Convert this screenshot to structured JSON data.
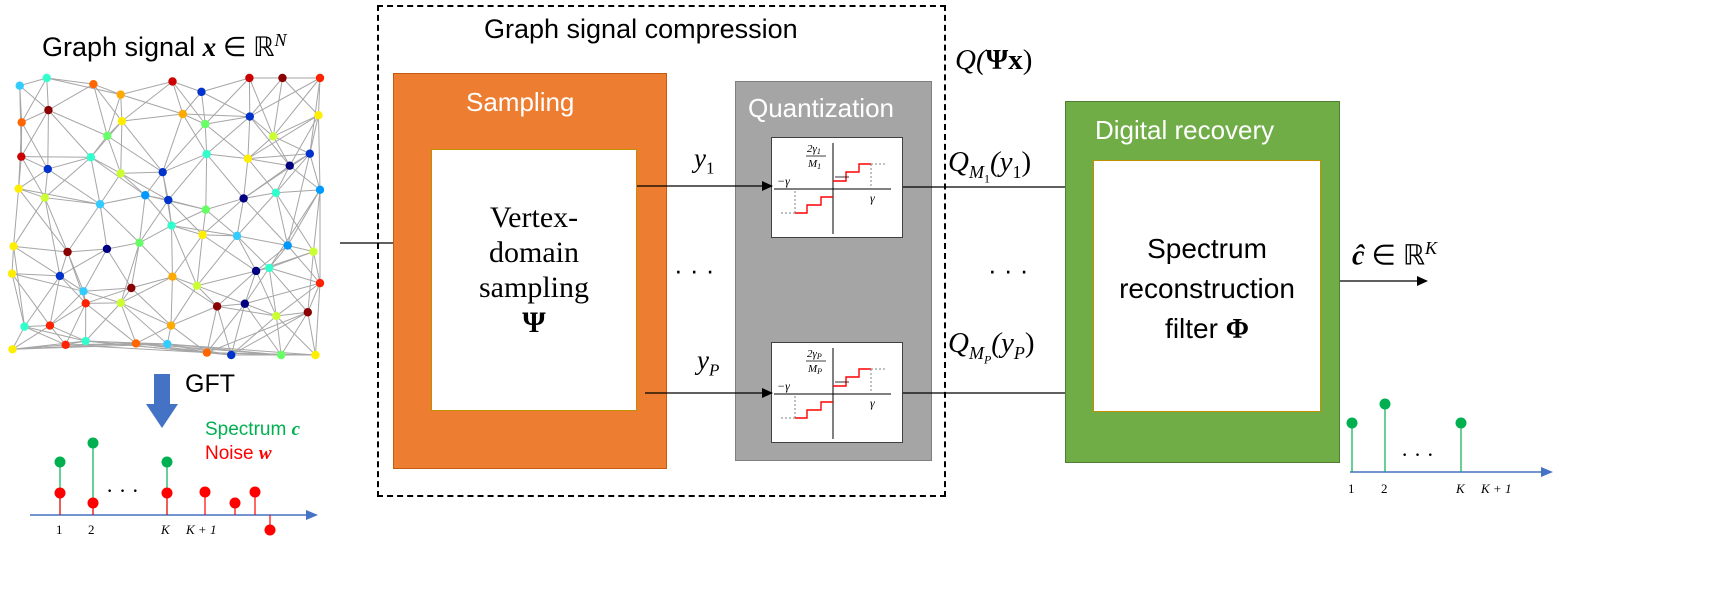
{
  "graph_signal": {
    "prefix": "Graph signal ",
    "var": "x",
    "in": " ∈ ℝ",
    "sup": "N"
  },
  "gft_label": "GFT",
  "compression_title": "Graph signal compression",
  "qpsi": {
    "open": "Q(",
    "var": "Ψx",
    "close": ")"
  },
  "sampling": {
    "title": "Sampling",
    "inner_lines": [
      "Vertex-",
      "domain",
      "sampling"
    ],
    "inner_symbol": "Ψ"
  },
  "quantization": {
    "title": "Quantization",
    "frac_top_1": "2γ",
    "frac_top_sub_1": "1",
    "frac_bottom_1": "M",
    "frac_bottom_sub_1": "1",
    "frac_top_P": "2γ",
    "frac_top_sub_P": "P",
    "frac_bottom_P": "M",
    "frac_bottom_sub_P": "P",
    "neg_gamma": "−γ",
    "pos_gamma": "γ"
  },
  "signals": {
    "y1": "y",
    "y1_sub": "1",
    "yP": "y",
    "yP_sub": "P",
    "q1": "Q",
    "q1_sub": "M",
    "q1_subsub": "1",
    "q1_arg": "(y",
    "q1_arg_sub": "1",
    "q1_close": ")",
    "qP": "Q",
    "qP_sub": "M",
    "qP_subsub": "P",
    "qP_arg": "(y",
    "qP_arg_sub": "P",
    "qP_close": ")"
  },
  "ellipsis": "· · ·",
  "recovery": {
    "title": "Digital recovery",
    "inner_lines": [
      "Spectrum",
      "reconstruction"
    ],
    "inner_last": "filter ",
    "inner_symbol": "Φ"
  },
  "output": {
    "var": "ĉ",
    "in": " ∈ ℝ",
    "sup": "K"
  },
  "legend": {
    "spectrum_label": "Spectrum ",
    "spectrum_var": "c",
    "noise_label": "Noise ",
    "noise_var": "w"
  },
  "left_stem_ticks": [
    "1",
    "2",
    "K",
    "K + 1"
  ],
  "right_stem_ticks": [
    "1",
    "2",
    "K",
    "K + 1"
  ],
  "colors": {
    "sampling": "#ed7d31",
    "quantization": "#a5a5a5",
    "recovery": "#70ad47",
    "inner_border": "#c09000",
    "spectrum": "#00b050",
    "noise": "#ff0000",
    "axis": "#4472c4",
    "gft_arrow": "#4472c4",
    "edges": "#a6a6a6"
  }
}
